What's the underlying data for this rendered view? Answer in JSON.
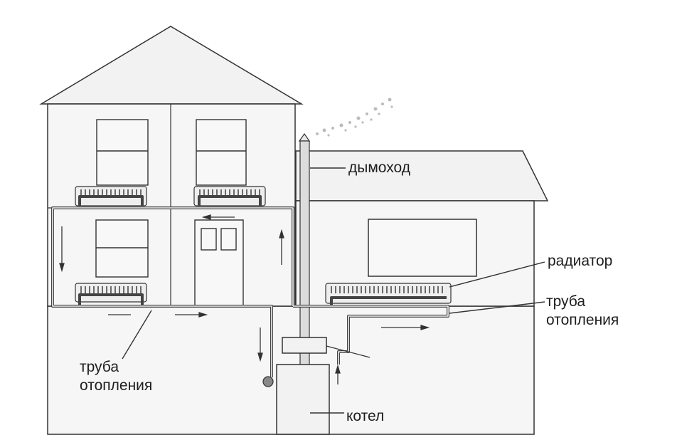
{
  "labels": {
    "chimney": "дымоход",
    "radiator": "радиатор",
    "pipe_right_line1": "труба",
    "pipe_right_line2": "отопления",
    "pipe_left_line1": "труба",
    "pipe_left_line2": "отопления",
    "boiler": "котел"
  },
  "colors": {
    "wall_fill": "#f4f4f4",
    "line": "#333333",
    "pipe": "#555555"
  }
}
